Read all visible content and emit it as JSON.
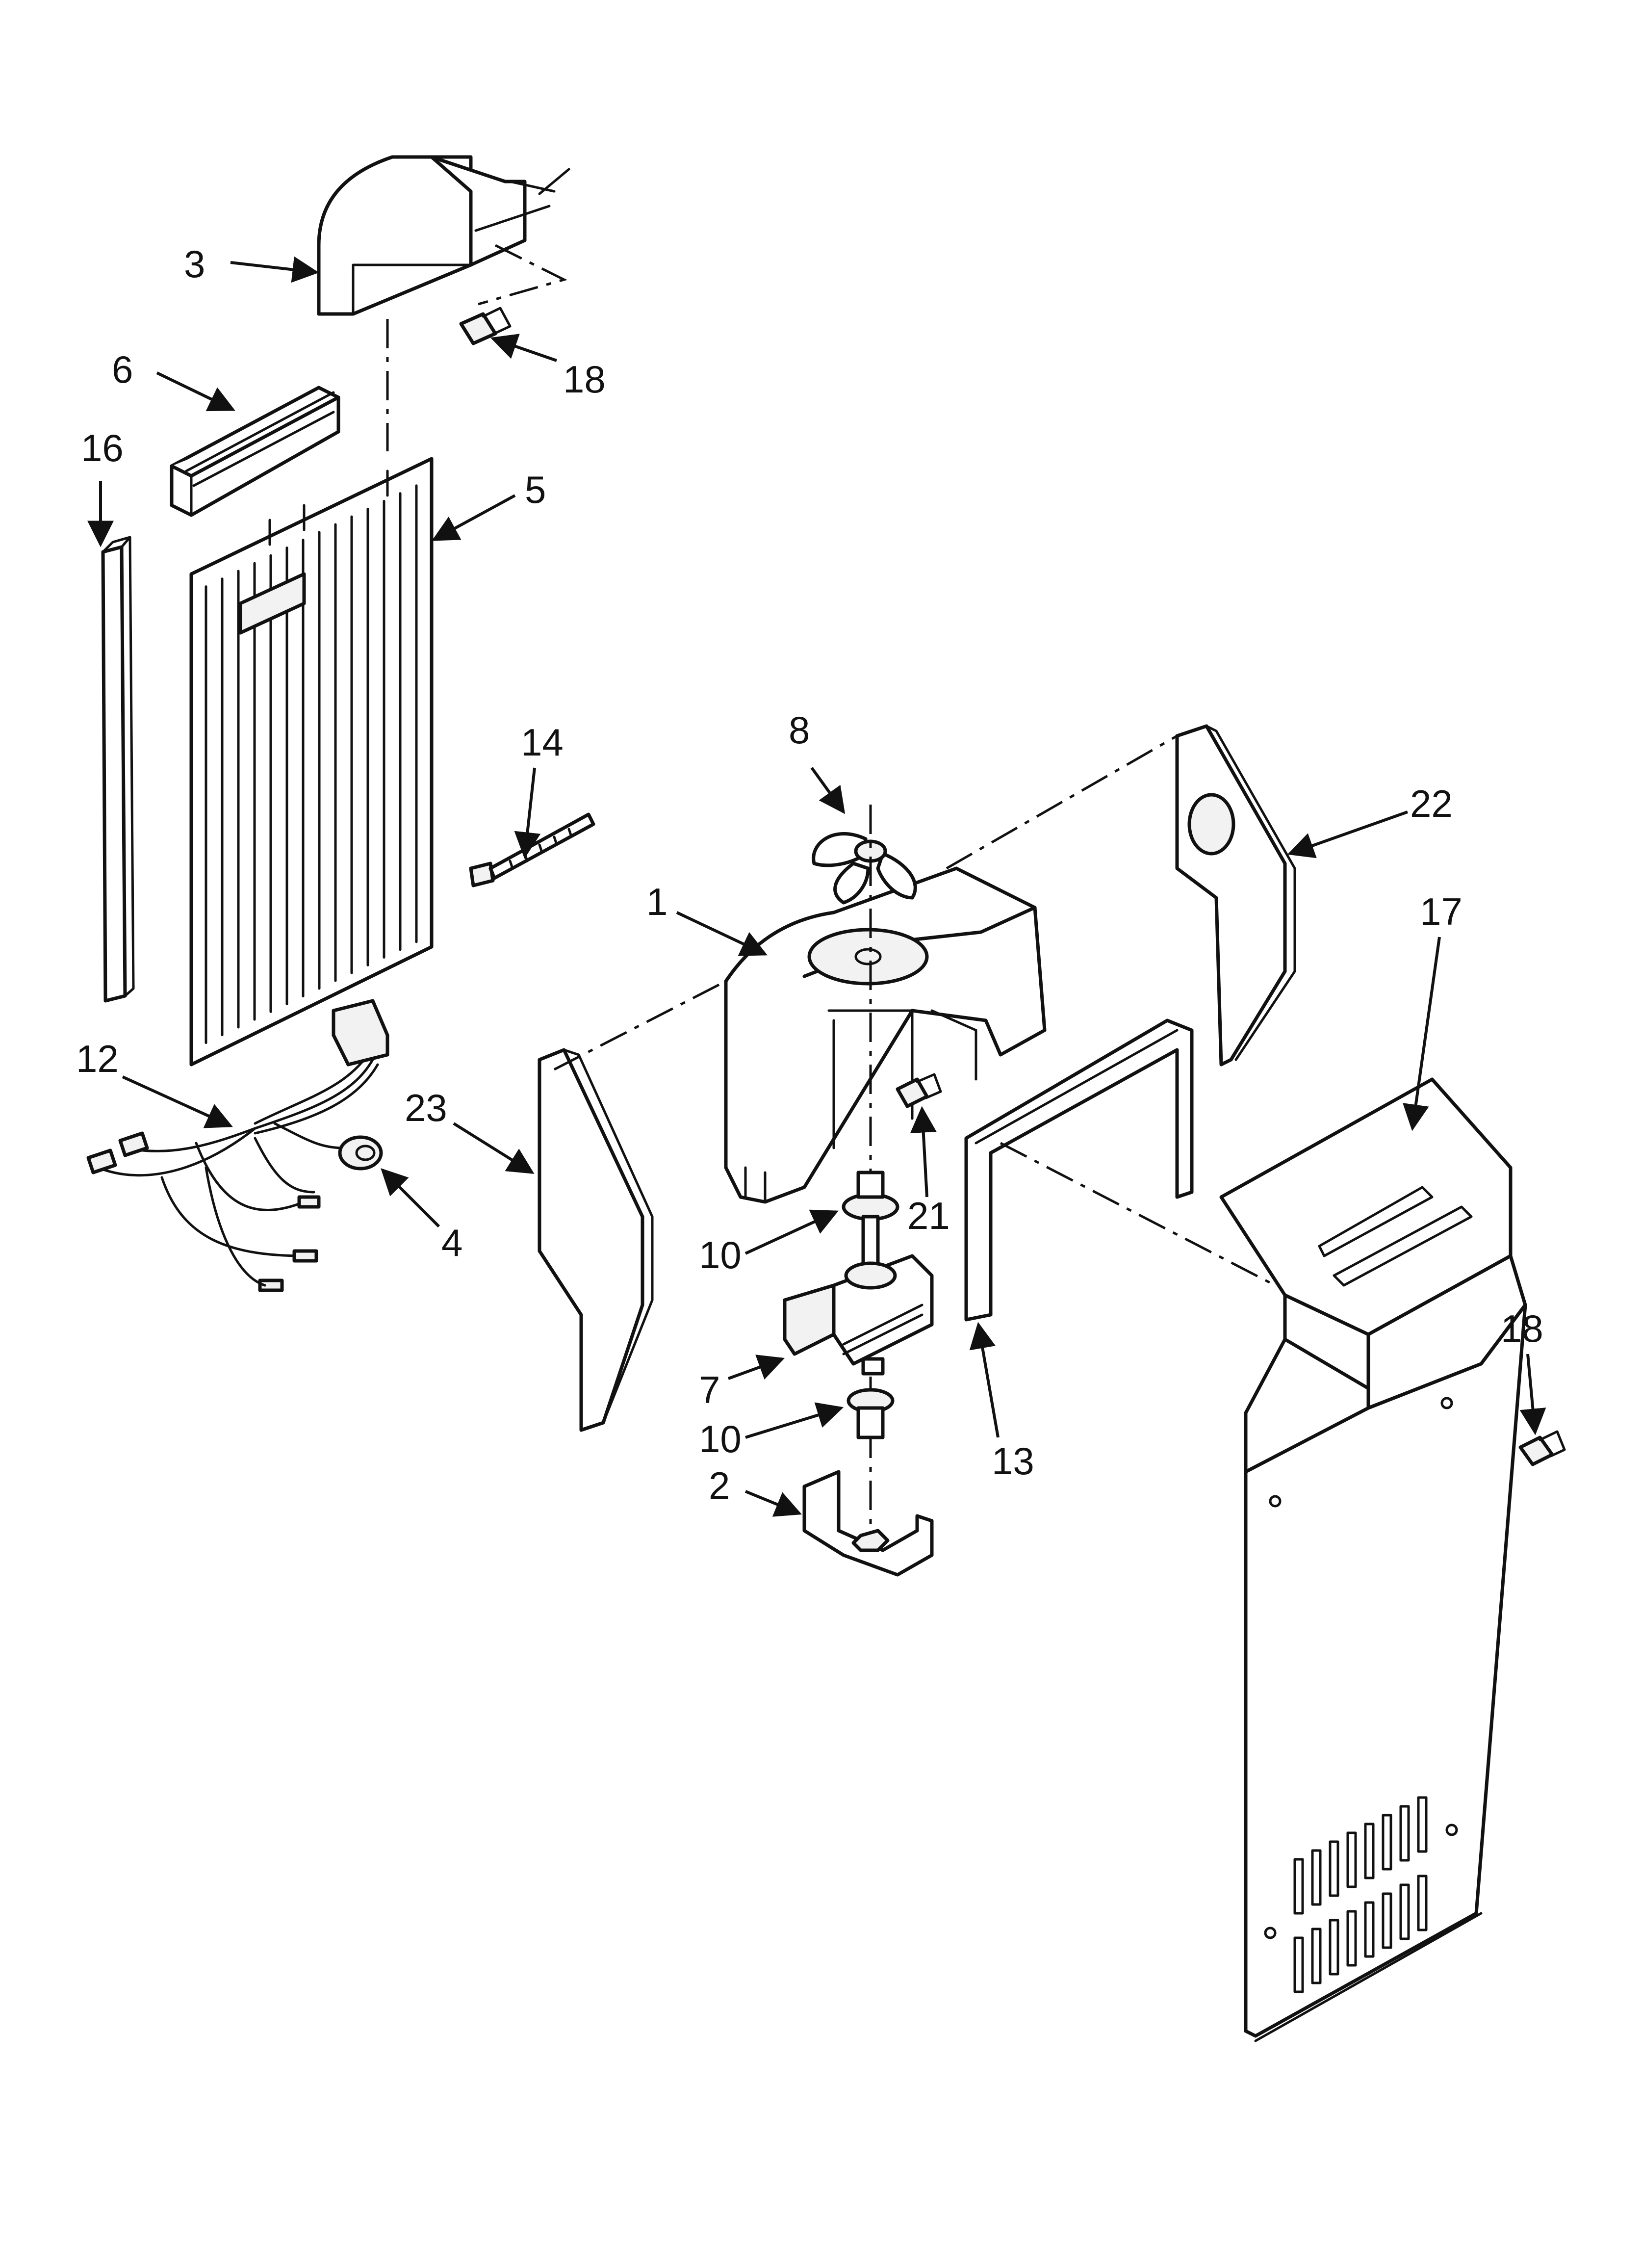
{
  "diagram": {
    "type": "exploded parts diagram",
    "colors": {
      "line": "#111111",
      "background": "#ffffff",
      "panel_fill": "#f2f2f2"
    },
    "callouts": [
      {
        "id": "c-3",
        "label": "3"
      },
      {
        "id": "c-18a",
        "label": "18"
      },
      {
        "id": "c-6",
        "label": "6"
      },
      {
        "id": "c-16",
        "label": "16"
      },
      {
        "id": "c-5",
        "label": "5"
      },
      {
        "id": "c-14",
        "label": "14"
      },
      {
        "id": "c-8",
        "label": "8"
      },
      {
        "id": "c-22",
        "label": "22"
      },
      {
        "id": "c-1",
        "label": "1"
      },
      {
        "id": "c-17",
        "label": "17"
      },
      {
        "id": "c-12",
        "label": "12"
      },
      {
        "id": "c-23",
        "label": "23"
      },
      {
        "id": "c-21",
        "label": "21"
      },
      {
        "id": "c-4",
        "label": "4"
      },
      {
        "id": "c-10a",
        "label": "10"
      },
      {
        "id": "c-18b",
        "label": "18"
      },
      {
        "id": "c-7",
        "label": "7"
      },
      {
        "id": "c-13",
        "label": "13"
      },
      {
        "id": "c-10b",
        "label": "10"
      },
      {
        "id": "c-2",
        "label": "2"
      }
    ]
  }
}
